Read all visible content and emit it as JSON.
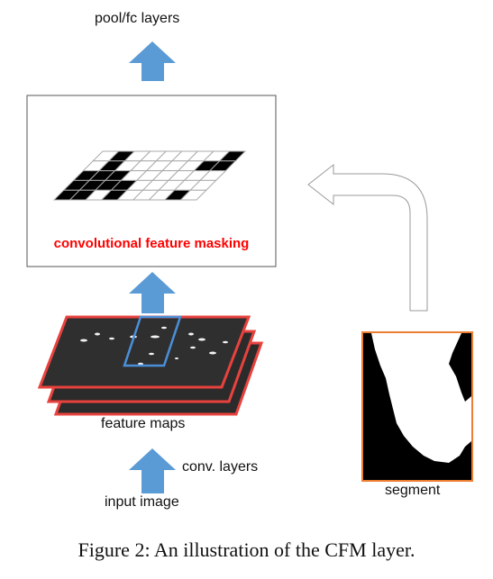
{
  "labels": {
    "top": "pool/fc layers",
    "cfm": "convolutional feature masking",
    "feature_maps": "feature maps",
    "conv_layers": "conv. layers",
    "input_image": "input image",
    "segment": "segment"
  },
  "caption": "Figure 2: An illustration of the CFM layer.",
  "colors": {
    "arrow_blue": "#5b9bd5",
    "frame_red": "#e8423e",
    "segment_orange": "#ed7d31",
    "cfm_text_red": "#ff0000",
    "map_dark": "#2b2b2b",
    "window_blue": "#4a90d9"
  },
  "mask_grid": {
    "rows": 5,
    "cols": 9,
    "filled": [
      [
        0,
        1
      ],
      [
        0,
        8
      ],
      [
        1,
        1
      ],
      [
        1,
        7
      ],
      [
        1,
        8
      ],
      [
        2,
        0
      ],
      [
        2,
        1
      ],
      [
        2,
        2
      ],
      [
        3,
        0
      ],
      [
        3,
        1
      ],
      [
        3,
        2
      ],
      [
        3,
        3
      ],
      [
        4,
        0
      ],
      [
        4,
        1
      ],
      [
        4,
        3
      ],
      [
        4,
        7
      ]
    ]
  }
}
